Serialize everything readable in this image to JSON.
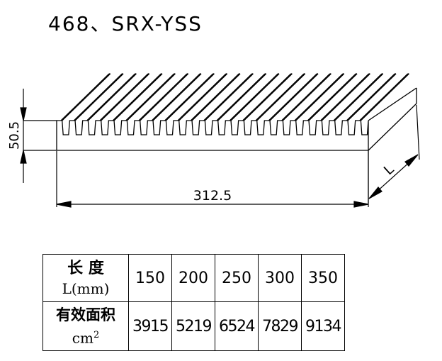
{
  "title": "468、SRX-YSS",
  "dimensions": {
    "height_label": "50.5",
    "width_label": "312.5",
    "length_label": "L"
  },
  "profile": {
    "fin_count": 24
  },
  "table": {
    "row1": {
      "label_main": "长  度",
      "label_unit": "L(mm)",
      "values": [
        "150",
        "200",
        "250",
        "300",
        "350"
      ]
    },
    "row2": {
      "label_main": "有效面积",
      "label_unit": "cm",
      "label_unit_sup": "2",
      "values": [
        "3915",
        "5219",
        "6524",
        "7829",
        "9134"
      ]
    }
  }
}
